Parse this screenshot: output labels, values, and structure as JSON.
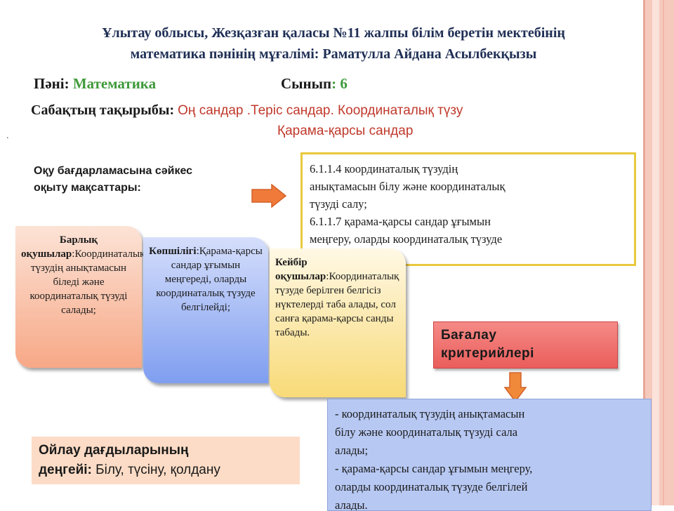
{
  "header": {
    "line1": "Ұлытау облысы, Жезқазған қаласы №11 жалпы білім беретін мектебінің",
    "line2": "математика пәнінің мұғалімі: Раматулла Айдана Асылбекқызы"
  },
  "subject": {
    "label": "Пәні:",
    "value": "Математика"
  },
  "grade": {
    "label": "Сынып",
    "value": ": 6"
  },
  "topic": {
    "label": "Сабақтың тақырыбы:",
    "line1": "Оң сандар .Теріс сандар. Координаталық түзу",
    "line2": "Қарама-қарсы сандар"
  },
  "goals_label": {
    "line1": "Оқу бағдарламасына сәйкес",
    "line2": "оқыту мақсаттары:"
  },
  "objectives": [
    "6.1.1.4 координаталық түзудің",
    "анықтамасын білу және координаталық",
    "түзуді салу;",
    "6.1.1.7 қарама-қарсы сандар ұғымын",
    "меңгеру, оларды координаталық түзуде"
  ],
  "cards": {
    "all": {
      "title": "Барлық оқушылар",
      "text": ":Координаталық түзудің анықтамасын біледі және координаталық түзуді салады;"
    },
    "most": {
      "title": "Көпшілігі",
      "text": ":Қарама-қарсы сандар ұғымын меңгереді, оларды координаталық түзуде белгілейді;"
    },
    "some": {
      "title": "Кейбір оқушылар",
      "text": ":Координаталық түзуде берілген белгісіз нүктелерді таба алады, сол санға қарама-қарсы санды табады."
    }
  },
  "criteria_title": {
    "line1": "Бағалау",
    "line2": "критерийлері"
  },
  "criteria": [
    "- координаталық түзудің анықтамасын",
    "білу және координаталық түзуді сала",
    "алады;",
    "- қарама-қарсы сандар ұғымын меңгеру,",
    "оларды координаталық түзуде белгілей",
    "алады."
  ],
  "thinking": {
    "label1": "Ойлау дағдыларының",
    "label2": "деңгейі:",
    "value": "Білу, түсіну, қолдану"
  },
  "bullet": "."
}
